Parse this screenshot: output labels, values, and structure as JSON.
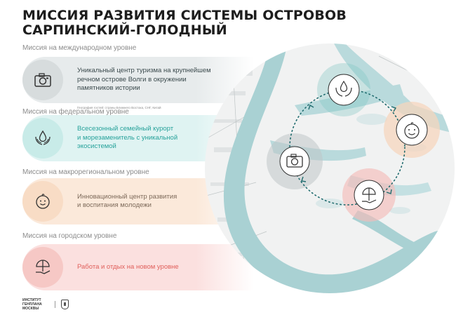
{
  "title": {
    "line1": "МИССИЯ РАЗВИТИЯ СИСТЕМЫ ОСТРОВОВ",
    "line2": "САРПИНСКИЙ-ГОЛОДНЫЙ"
  },
  "missions": [
    {
      "label": "Миссия на международном уровне",
      "text_line1": "Уникальный центр туризма на крупнейшем",
      "text_line2": "речном острове Волги в окружении",
      "text_line3": "памятников истории",
      "caption": "География гостей: страны Ближнего Востока, СНГ, Китай",
      "icon": "camera-icon",
      "color": "#e7ebec",
      "text_color": "#3b4a4d"
    },
    {
      "label": "Миссия на федеральном уровне",
      "text_line1": "Всесезонный семейный курорт",
      "text_line2": "и морезаменитель с уникальной",
      "text_line3": "экосистемой",
      "icon": "water-hands-icon",
      "color": "#dff3f2",
      "text_color": "#27a29b"
    },
    {
      "label": "Миссия на макрорегиональном уровне",
      "text_line1": "Инновационный центр развития",
      "text_line2": "и воспитания молодежи",
      "icon": "child-face-icon",
      "color": "#fbe9da",
      "text_color": "#7d6a5a"
    },
    {
      "label": "Миссия на городском уровне",
      "text_line1": "Работа и отдых на новом уровне",
      "icon": "umbrella-hand-icon",
      "color": "#fbe0df",
      "text_color": "#e0605c"
    }
  ],
  "footer": {
    "org_line1": "ИНСТИТУТ",
    "org_line2": "ГЕНПЛАНА",
    "org_line3": "МОСКВЫ"
  },
  "colors": {
    "river": "#a9d1d3",
    "teal": "#7fc7c3",
    "peach": "#f6d6bd",
    "pink": "#f5bcb8",
    "grey": "#d6dcdd"
  }
}
